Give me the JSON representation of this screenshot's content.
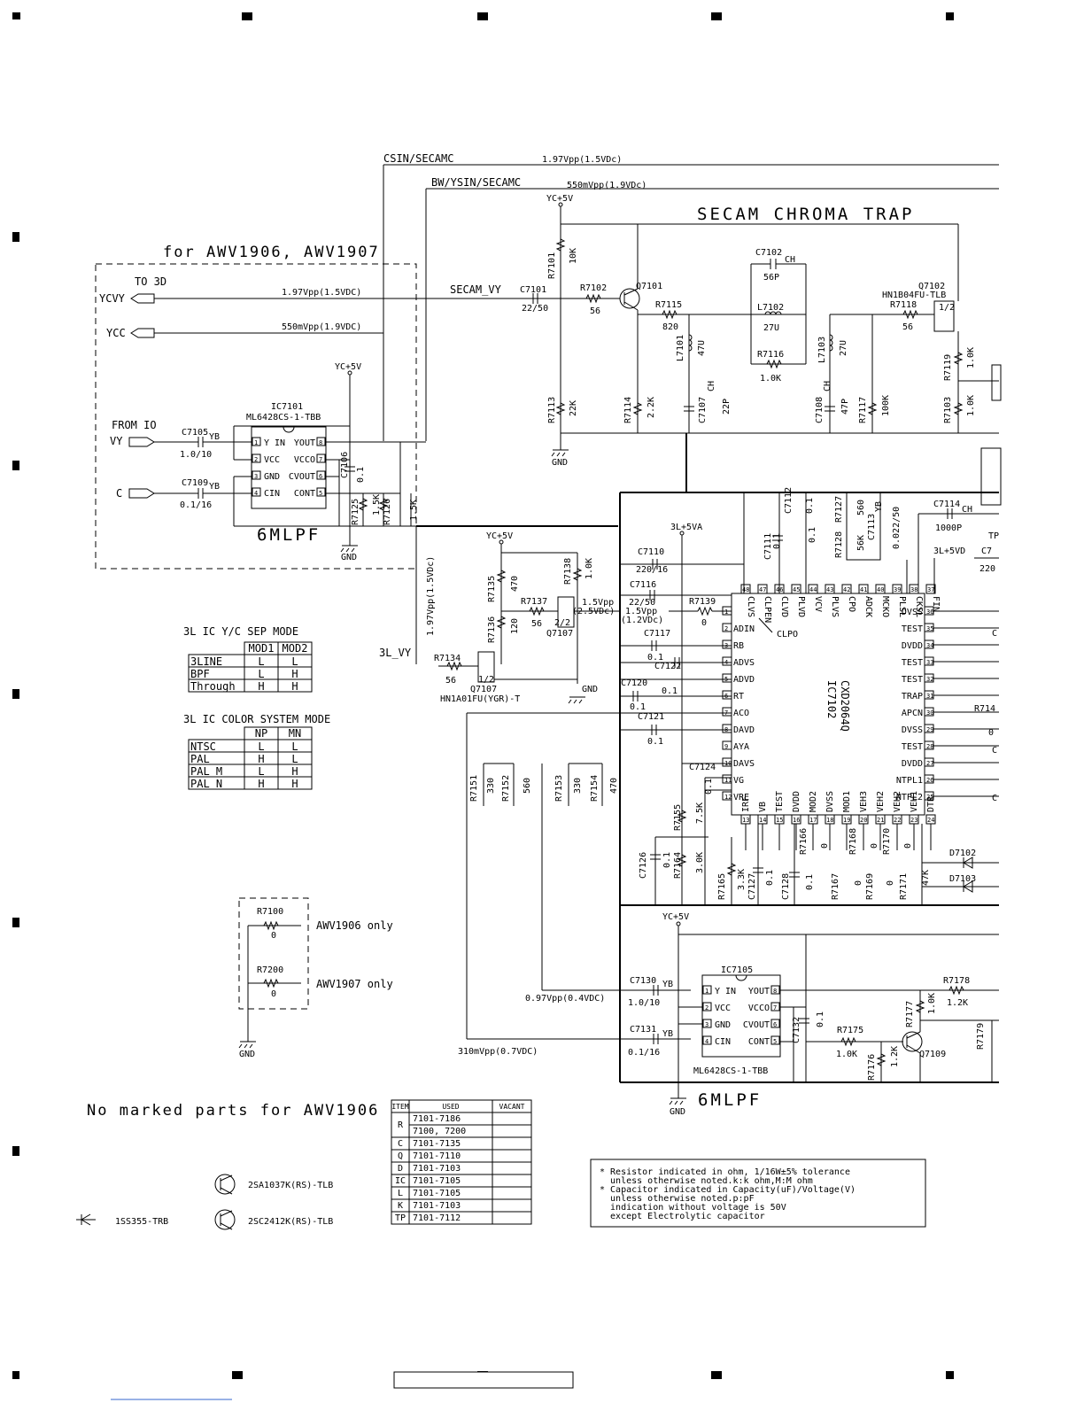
{
  "signals": {
    "csin": "CSIN/SECAMC",
    "csin_level": "1.97Vpp(1.5VDc)",
    "bwysin": "BW/YSIN/SECAMC",
    "bwysin_level": "550mVpp(1.9VDc)",
    "secam_title": "SECAM CHROMA TRAP",
    "for_models": "for AWV1906, AWV1907",
    "to3d": "TO 3D",
    "ycvy": "YCVY",
    "ycc": "YCC",
    "ycvy_level": "1.97Vpp(1.5VDC)",
    "ycc_level": "550mVpp(1.9VDC)",
    "secam_vy": "SECAM_VY",
    "from_io": "FROM IO",
    "vy": "VY",
    "c": "C",
    "yc5v": "YC+5V",
    "l3_5va": "3L+5VA",
    "l3_5vd": "3L+5VD",
    "gnd": "GND",
    "l3_vy": "3L_VY",
    "vy_level": "1.97Vpp(1.5VDc)",
    "lpf6": "6MLPF",
    "level_097": "0.97Vpp(0.4VDC)",
    "level_310": "310mVpp(0.7VDC)",
    "clpo": "CLPO",
    "tp": "TP"
  },
  "ic7101": {
    "ref": "IC7101",
    "part": "ML6428CS-1-TBB",
    "left_pins": [
      "Y IN",
      "VCC",
      "GND",
      "CIN"
    ],
    "left_nums": [
      "1",
      "2",
      "3",
      "4"
    ],
    "right_pins": [
      "YOUT",
      "VCCO",
      "CVOUT",
      "CONT"
    ],
    "right_nums": [
      "8",
      "7",
      "6",
      "5"
    ]
  },
  "ic7105": {
    "ref": "IC7105",
    "part": "ML6428CS-1-TBB",
    "left_pins": [
      "Y IN",
      "VCC",
      "GND",
      "CIN"
    ],
    "left_nums": [
      "1",
      "2",
      "3",
      "4"
    ],
    "right_pins": [
      "YOUT",
      "VCCO",
      "CVOUT",
      "CONT"
    ],
    "right_nums": [
      "8",
      "7",
      "6",
      "5"
    ]
  },
  "ic7102": {
    "ref": "IC7102",
    "part": "CXD2064Q",
    "left_pins": [
      "",
      "ADIN",
      "RB",
      "ADVS",
      "ADVD",
      "RT",
      "ACO",
      "DAVD",
      "AYA",
      "DAVS",
      "VG",
      "VRE"
    ],
    "left_nums": [
      "1",
      "2",
      "3",
      "4",
      "5",
      "6",
      "7",
      "8",
      "9",
      "10",
      "11",
      "12"
    ],
    "right_pins": [
      "DVSS",
      "TEST",
      "DVDD",
      "TEST",
      "TEST",
      "TRAP",
      "APCN",
      "DVSS",
      "TEST",
      "DVDD",
      "NTPL1",
      "NTPL2"
    ],
    "right_nums": [
      "36",
      "35",
      "34",
      "33",
      "32",
      "31",
      "30",
      "29",
      "28",
      "27",
      "26",
      "25"
    ],
    "top_pins": [
      "CLVS",
      "CLPEN",
      "CLVD",
      "PLVD",
      "VCV",
      "PLVS",
      "CPO",
      "ADCK",
      "MCKO",
      "PLSL",
      "CKSL",
      "FIN"
    ],
    "top_nums": [
      "48",
      "47",
      "46",
      "45",
      "44",
      "43",
      "42",
      "41",
      "40",
      "39",
      "38",
      "37"
    ],
    "bottom_pins": [
      "IRF",
      "VB",
      "TEST",
      "DVDD",
      "MOD2",
      "DVSS",
      "MOD1",
      "VEH3",
      "VEH2",
      "VEH2",
      "VEH1",
      "DTR"
    ],
    "bottom_nums": [
      "13",
      "14",
      "15",
      "16",
      "17",
      "18",
      "19",
      "20",
      "21",
      "22",
      "23",
      "24"
    ]
  },
  "parts": {
    "R7101": "R7101",
    "R7101v": "10K",
    "R7102": "R7102",
    "R7102v": "56",
    "C7101": "C7101",
    "C7101v": "22/50",
    "Q7101": "Q7101",
    "R7115": "R7115",
    "R7115v": "820",
    "C7102": "C7102",
    "C7102t": "CH",
    "C7102v": "56P",
    "L7102": "L7102",
    "L7102v": "27U",
    "L7101": "L7101",
    "L7101v": "47U",
    "R7116": "R7116",
    "R7116v": "1.0K",
    "L7103": "L7103",
    "L7103v": "27U",
    "R7118": "R7118",
    "R7118v": "56",
    "Q7102": "Q7102",
    "Q7102p": "HN1B04FU-TLB",
    "R7119": "R7119",
    "R7119v": "1.0K",
    "R7113": "R7113",
    "R7113v": "22K",
    "R7114": "R7114",
    "R7114v": "2.2K",
    "C7107": "C7107",
    "C7107t": "CH",
    "C7107v": "22P",
    "C7108": "C7108",
    "C7108t": "CH",
    "C7108v": "47P",
    "R7117": "R7117",
    "R7117v": "100K",
    "R7103": "R7103",
    "R7103v": "1.0K",
    "C7105": "C7105",
    "C7105t": "YB",
    "C7105v": "1.0/10",
    "C7109": "C7109",
    "C7109t": "YB",
    "C7109v": "0.1/16",
    "C7106": "C7106",
    "C7106v": "0.1",
    "R7125": "R7125",
    "R7125v": "1.5K",
    "R7126": "R7126",
    "R7126v": "1.5K",
    "R7135": "R7135",
    "R7135v": "470",
    "R7136": "R7136",
    "R7136v": "120",
    "R7137": "R7137",
    "R7137v": "56",
    "R7138": "R7138",
    "R7138v": "1.0K",
    "Q7107a": "Q7107",
    "Q7107h": "2/2",
    "Q7107b": "Q7107",
    "Q7107bh": "1/2",
    "Q7107p": "HN1A01FU(YGR)-T",
    "R7134": "R7134",
    "R7134v": "56",
    "l15vpp": "1.5Vpp",
    "l25vdc": "(2.5VDc)",
    "l15vpp2": "1.5Vpp",
    "l12vdc": "(1.2VDc)",
    "C7110": "C7110",
    "C7110v": "220/16",
    "C7116": "C7116",
    "C7116v": "22/50",
    "R7139": "R7139",
    "R7139v": "0",
    "C7117": "C7117",
    "C7117v": "0.1",
    "C7122": "C7122",
    "C7122v": "0.1",
    "C7120": "C7120",
    "C7120v": "0.1",
    "C7121": "C7121",
    "C7121v": "0.1",
    "C7124": "C7124",
    "C7124v": "0.1",
    "C7111": "C7111",
    "C7111v": "0.1",
    "C7112": "C7112",
    "C7112v": "0.1",
    "R7127": "R7127",
    "R7127v": "560",
    "R7128": "R7128",
    "R7128v": "56K",
    "C7113": "C7113",
    "C7113t": "YB",
    "C7113v": "0.022/50",
    "C7114": "C7114",
    "C7114t": "CH",
    "C7114v": "1000P",
    "C714x": "C7",
    "C714y": "220",
    "R7151": "R7151",
    "R7151v": "330",
    "R7152": "R7152",
    "R7152v": "560",
    "R7153": "R7153",
    "R7153v": "330",
    "R7154": "R7154",
    "R7154v": "470",
    "R7155": "R7155",
    "R7155v": "7.5K",
    "R7164": "R7164",
    "R7164v": "3.0K",
    "C7126": "C7126",
    "C7126v": "0.1",
    "R7165": "R7165",
    "R7165v": "3.3K",
    "C7127": "C7127",
    "C7127v": "0.1",
    "C7128": "C7128",
    "C7128v": "0.1",
    "R7166": "R7166",
    "R7166v": "0",
    "R7167": "R7167",
    "R7167v": "0",
    "R7168": "R7168",
    "R7168v": "0",
    "R7169": "R7169",
    "R7169v": "0",
    "R7170": "R7170",
    "R7170v": "0",
    "R7171": "R7171",
    "R7171v": "47K",
    "D7102": "D7102",
    "D7103": "D7103",
    "R714x": "R714",
    "R714xv": "0",
    "C7130": "C7130",
    "C7130t": "YB",
    "C7130v": "1.0/10",
    "C7131": "C7131",
    "C7131t": "YB",
    "C7131v": "0.1/16",
    "C7132": "C7132",
    "C7132v": "0.1",
    "R7175": "R7175",
    "R7175v": "1.0K",
    "R7176": "R7176",
    "R7176v": "1.2K",
    "R7177": "R7177",
    "R7177v": "1.0K",
    "R7178": "R7178",
    "R7178v": "1.2K",
    "R7179": "R7179",
    "Q7109": "Q7109",
    "R7100": "R7100",
    "R7100v": "0",
    "R7200": "R7200",
    "R7200v": "0",
    "awv1906_only": "AWV1906 only",
    "awv1907_only": "AWV1907 only",
    "cr1": "C",
    "cr2": "C",
    "cr3": "C"
  },
  "yc_mode": {
    "title": "3L IC Y/C SEP MODE",
    "headers": [
      "",
      "MOD1",
      "MOD2"
    ],
    "rows": [
      [
        "3LINE",
        "L",
        "L"
      ],
      [
        "BPF",
        "L",
        "H"
      ],
      [
        "Through",
        "H",
        "H"
      ]
    ]
  },
  "color_mode": {
    "title": "3L IC COLOR SYSTEM MODE",
    "headers": [
      "",
      "NP",
      "MN"
    ],
    "rows": [
      [
        "NTSC",
        "L",
        "L"
      ],
      [
        "PAL",
        "H",
        "L"
      ],
      [
        "PAL M",
        "L",
        "H"
      ],
      [
        "PAL N",
        "H",
        "H"
      ]
    ]
  },
  "no_marked": "No marked parts for AWV1906",
  "legend": {
    "t1": "2SA1037K(RS)-TLB",
    "t2": "2SC2412K(RS)-TLB",
    "d1": "1SS355-TRB"
  },
  "parts_table": {
    "headers": [
      "ITEM",
      "USED",
      "VACANT"
    ],
    "rows": [
      [
        "R",
        "7101-7186",
        ""
      ],
      [
        "",
        "7100, 7200",
        ""
      ],
      [
        "C",
        "7101-7135",
        ""
      ],
      [
        "Q",
        "7101-7110",
        ""
      ],
      [
        "D",
        "7101-7103",
        ""
      ],
      [
        "IC",
        "7101-7105",
        ""
      ],
      [
        "L",
        "7101-7105",
        ""
      ],
      [
        "K",
        "7101-7103",
        ""
      ],
      [
        "TP",
        "7101-7112",
        ""
      ]
    ]
  },
  "notes": [
    "* Resistor indicated in ohm, 1/16W±5% tolerance",
    "  unless otherwise noted.k:k ohm,M:M ohm",
    "* Capacitor indicated in Capacity(uF)/Voltage(V)",
    "  unless otherwise noted.p:pF",
    "  indication without voltage is 50V",
    "  except Electrolytic capacitor"
  ]
}
